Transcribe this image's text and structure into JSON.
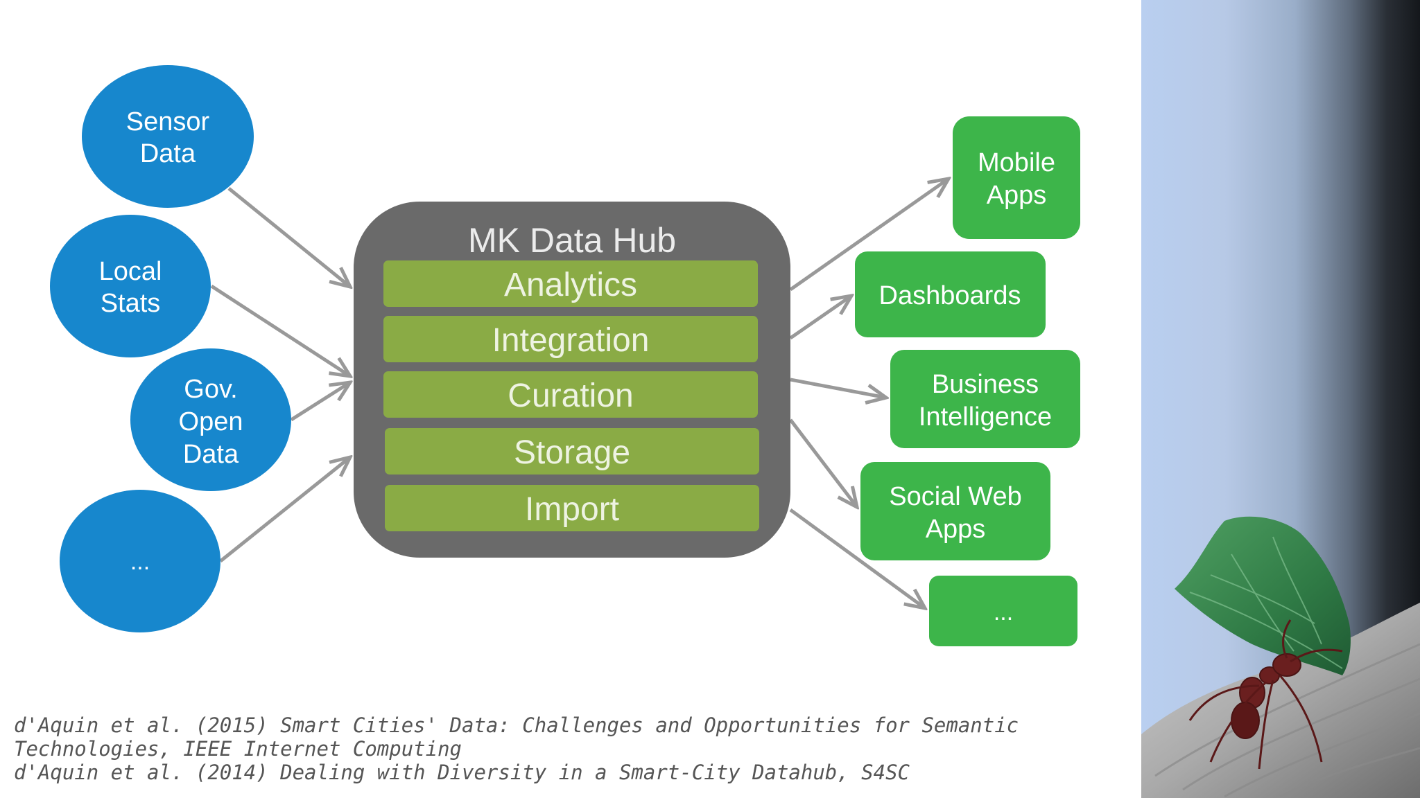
{
  "hub": {
    "title": "MK Data Hub",
    "layers": [
      "Analytics",
      "Integration",
      "Curation",
      "Storage",
      "Import"
    ]
  },
  "sources": [
    {
      "lines": [
        "Sensor",
        "Data"
      ]
    },
    {
      "lines": [
        "Local",
        "Stats"
      ]
    },
    {
      "lines": [
        "Gov.",
        "Open",
        "Data"
      ]
    },
    {
      "lines": [
        "..."
      ]
    }
  ],
  "outputs": [
    {
      "lines": [
        "Mobile",
        "Apps"
      ]
    },
    {
      "lines": [
        "Dashboards"
      ]
    },
    {
      "lines": [
        "Business",
        "Intelligence"
      ]
    },
    {
      "lines": [
        "Social Web",
        "Apps"
      ]
    },
    {
      "lines": [
        "..."
      ]
    }
  ],
  "references": [
    "d'Aquin et al. (2015) Smart Cities' Data: Challenges and Opportunities for Semantic Technologies, IEEE Internet Computing",
    "d'Aquin et al. (2014) Dealing with Diversity in a Smart-City Datahub, S4SC"
  ],
  "colors": {
    "source": "#1787cd",
    "output": "#3db54a",
    "hub": "#6a6a6a",
    "layer": "#8aab45",
    "arrow": "#999999"
  },
  "photo": {
    "icon": "leaf-cutter-ant-photo"
  }
}
